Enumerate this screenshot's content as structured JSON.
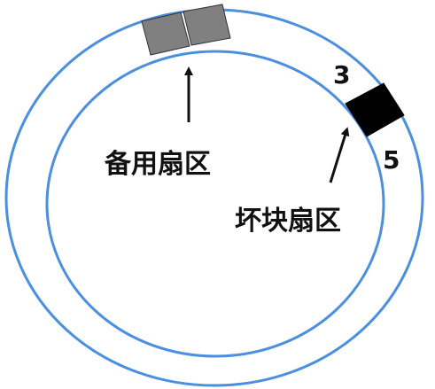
{
  "colors": {
    "track": "#4a8fe0",
    "spare_sector": "#808080",
    "bad_sector": "#000000",
    "arrow": "#111111",
    "text": "#111111"
  },
  "labels": {
    "spare_sectors": "备用扇区",
    "bad_sector": "坏块扇区",
    "sector_before": "3",
    "sector_after": "5"
  },
  "icons": {
    "spare_pointer": "up-arrow-icon",
    "bad_pointer": "diagonal-arrow-icon"
  }
}
